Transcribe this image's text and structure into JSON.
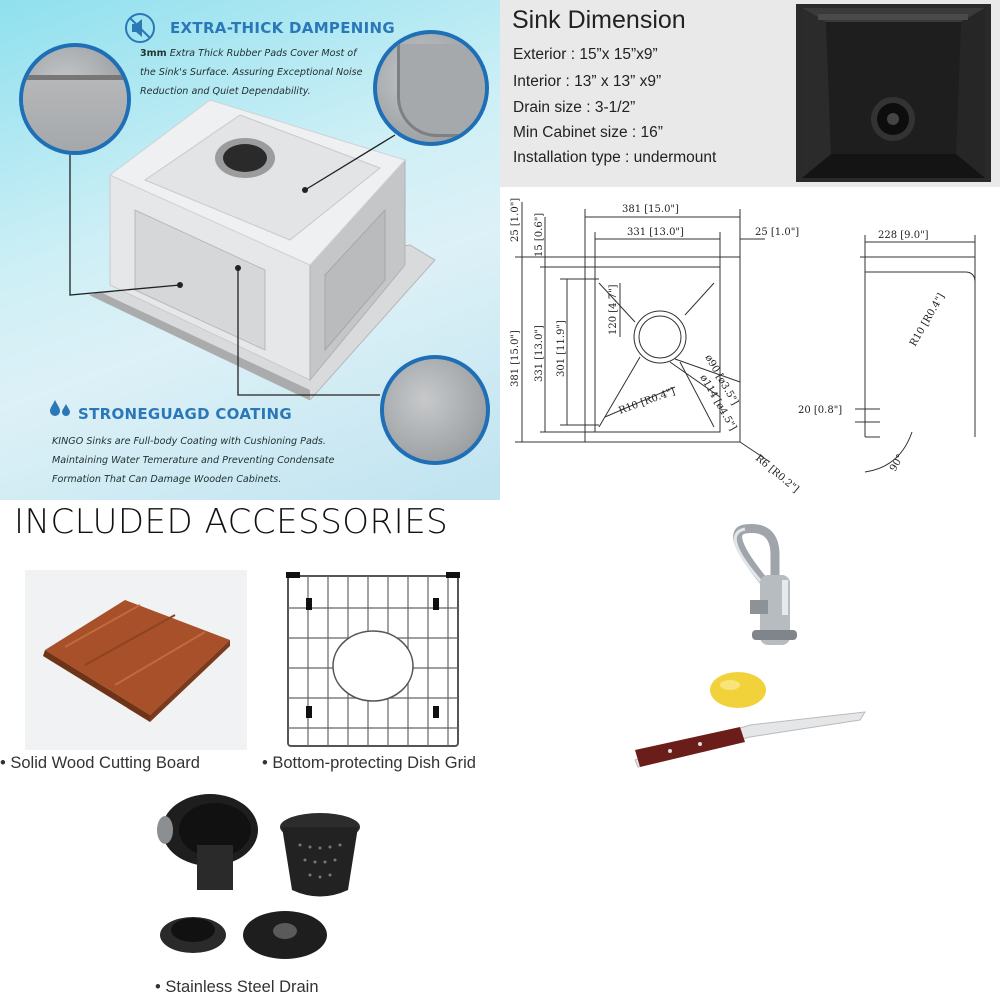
{
  "features": {
    "dampening": {
      "title": "EXTRA-THICK DAMPENING",
      "lead": "3mm",
      "lines": [
        " Extra Thick Rubber Pads Cover Most of",
        "the Sink's Surface. Assuring Exceptional Noise",
        "Reduction and Quiet Dependability."
      ]
    },
    "coating": {
      "title": "STRONEGUAGD COATING",
      "lines": [
        "KINGO Sinks are Full-body Coating with Cushioning Pads.",
        "Maintaining Water Temerature and Preventing Condensate",
        "Formation That Can Damage Wooden Cabinets."
      ]
    }
  },
  "dimension": {
    "title": "Sink Dimension",
    "specs": [
      "Exterior : 15”x 15”x9”",
      "Interior : 13” x 13” x9”",
      "Drain size : 3-1/2”",
      "Min Cabinet size : 16”",
      "Installation type : undermount"
    ]
  },
  "drawing_labels": {
    "top_overall": "381 [15.0\"]",
    "top_inner": "331 [13.0\"]",
    "right_rim": "25 [1.0\"]",
    "left_rim_outer": "25 [1.0\"]",
    "left_rim_inner": "15 [0.6\"]",
    "side_overall": "381 [15.0\"]",
    "side_inner": "331 [13.0\"]",
    "side_bottom": "301 [11.9\"]",
    "drain_offset": "120 [4.7\"]",
    "drain_d90": "ø90 [ø3.5\"]",
    "drain_d114": "ø114 [ø4.5\"]",
    "inner_radius": "R10 [R0.4\"]",
    "outer_radius": "R6 [R0.2\"]",
    "depth": "228 [9.0\"]",
    "profile_radius": "R10 [R0.4\"]",
    "flange": "20 [0.8\"]",
    "angle": "90°"
  },
  "accessories": {
    "heading": "INCLUDED ACCESSORIES",
    "items": [
      "• Solid Wood Cutting Board",
      "• Bottom-protecting Dish Grid",
      "• Stainless Steel Drain"
    ]
  },
  "colors": {
    "accent_blue": "#2b78b8",
    "circle_border": "#1f6fb6",
    "wood": "#a7502a",
    "sink_black": "#1e1e1e"
  }
}
